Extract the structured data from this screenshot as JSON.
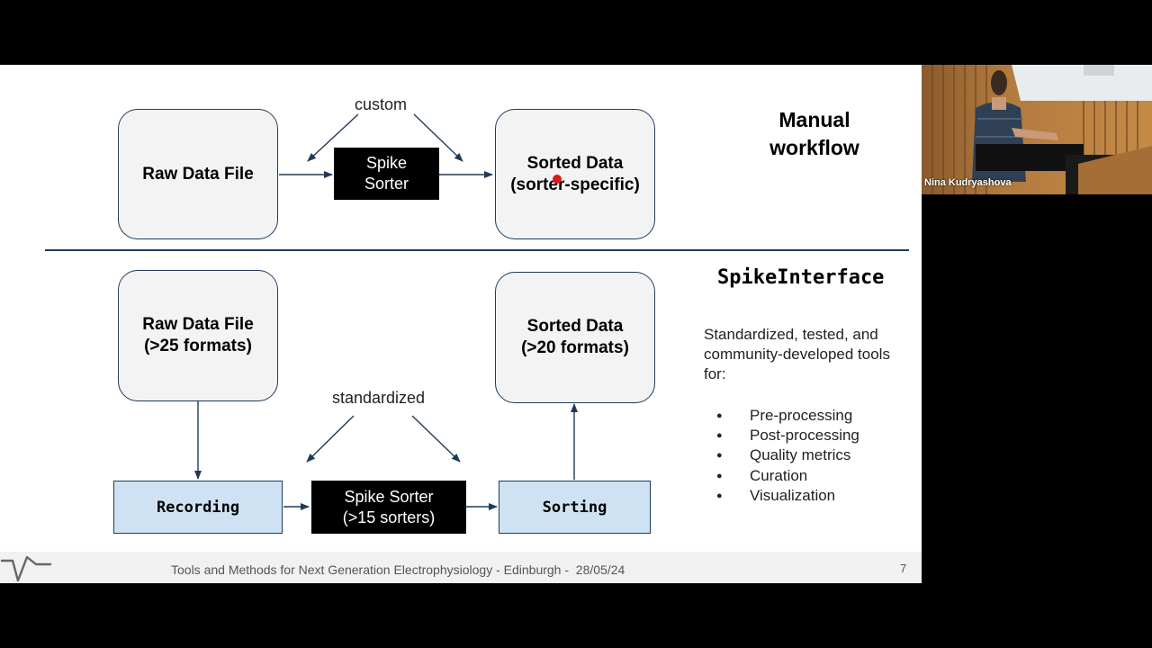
{
  "manual": {
    "title_line1": "Manual",
    "title_line2": "workflow",
    "raw_data": "Raw Data File",
    "sorter_line1": "Spike",
    "sorter_line2": "Sorter",
    "sorted_line1": "Sorted Data",
    "sorted_line2": "(sorter-specific)",
    "custom_label": "custom"
  },
  "spikeinterface": {
    "title": "SpikeInterface",
    "raw_line1": "Raw Data File",
    "raw_line2": "(>25 formats)",
    "sorted_line1": "Sorted Data",
    "sorted_line2": "(>20 formats)",
    "standardized_label": "standardized",
    "recording": "Recording",
    "sorter_line1": "Spike Sorter",
    "sorter_line2": "(>15 sorters)",
    "sorting": "Sorting",
    "description": "Standardized, tested, and community-developed tools for:",
    "bullets": [
      "Pre-processing",
      "Post-processing",
      "Quality metrics",
      "Curation",
      "Visualization"
    ]
  },
  "footer": {
    "text": "Tools and Methods for Next Generation Electrophysiology - Edinburgh -  28/05/24",
    "page_number": "7"
  },
  "webcam": {
    "name": "Nina Kudryashova"
  },
  "colors": {
    "box_fill": "#f3f3f3",
    "box_border": "#1f3b57",
    "data_box_fill": "#cfe2f3",
    "sorter_fill": "#000000",
    "pointer": "#e01818"
  }
}
